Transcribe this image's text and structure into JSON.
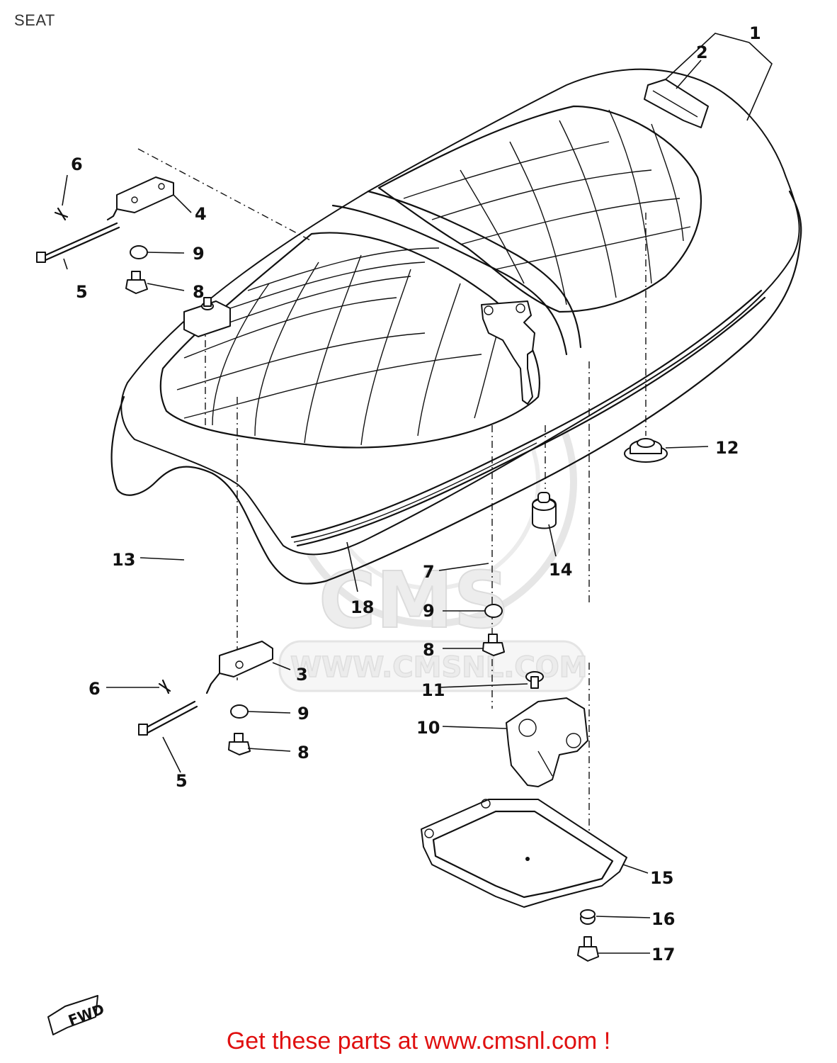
{
  "title": "SEAT",
  "watermark": {
    "logo_text": "CMS",
    "url_text": "WWW.CMSNL.COM"
  },
  "callouts": {
    "c1": "1",
    "c2": "2",
    "c3": "3",
    "c4": "4",
    "c5a": "5",
    "c5b": "5",
    "c6a": "6",
    "c6b": "6",
    "c7": "7",
    "c8a": "8",
    "c8b": "8",
    "c8c": "8",
    "c9a": "9",
    "c9b": "9",
    "c9c": "9",
    "c10": "10",
    "c11": "11",
    "c12": "12",
    "c13": "13",
    "c14": "14",
    "c15": "15",
    "c16": "16",
    "c17": "17",
    "c18": "18"
  },
  "front_marker": "FWD",
  "cta_text": "Get these parts at www.cmsnl.com !",
  "colors": {
    "cta": "#e01010",
    "ink": "#111111",
    "watermark": "#dcdcdc"
  }
}
